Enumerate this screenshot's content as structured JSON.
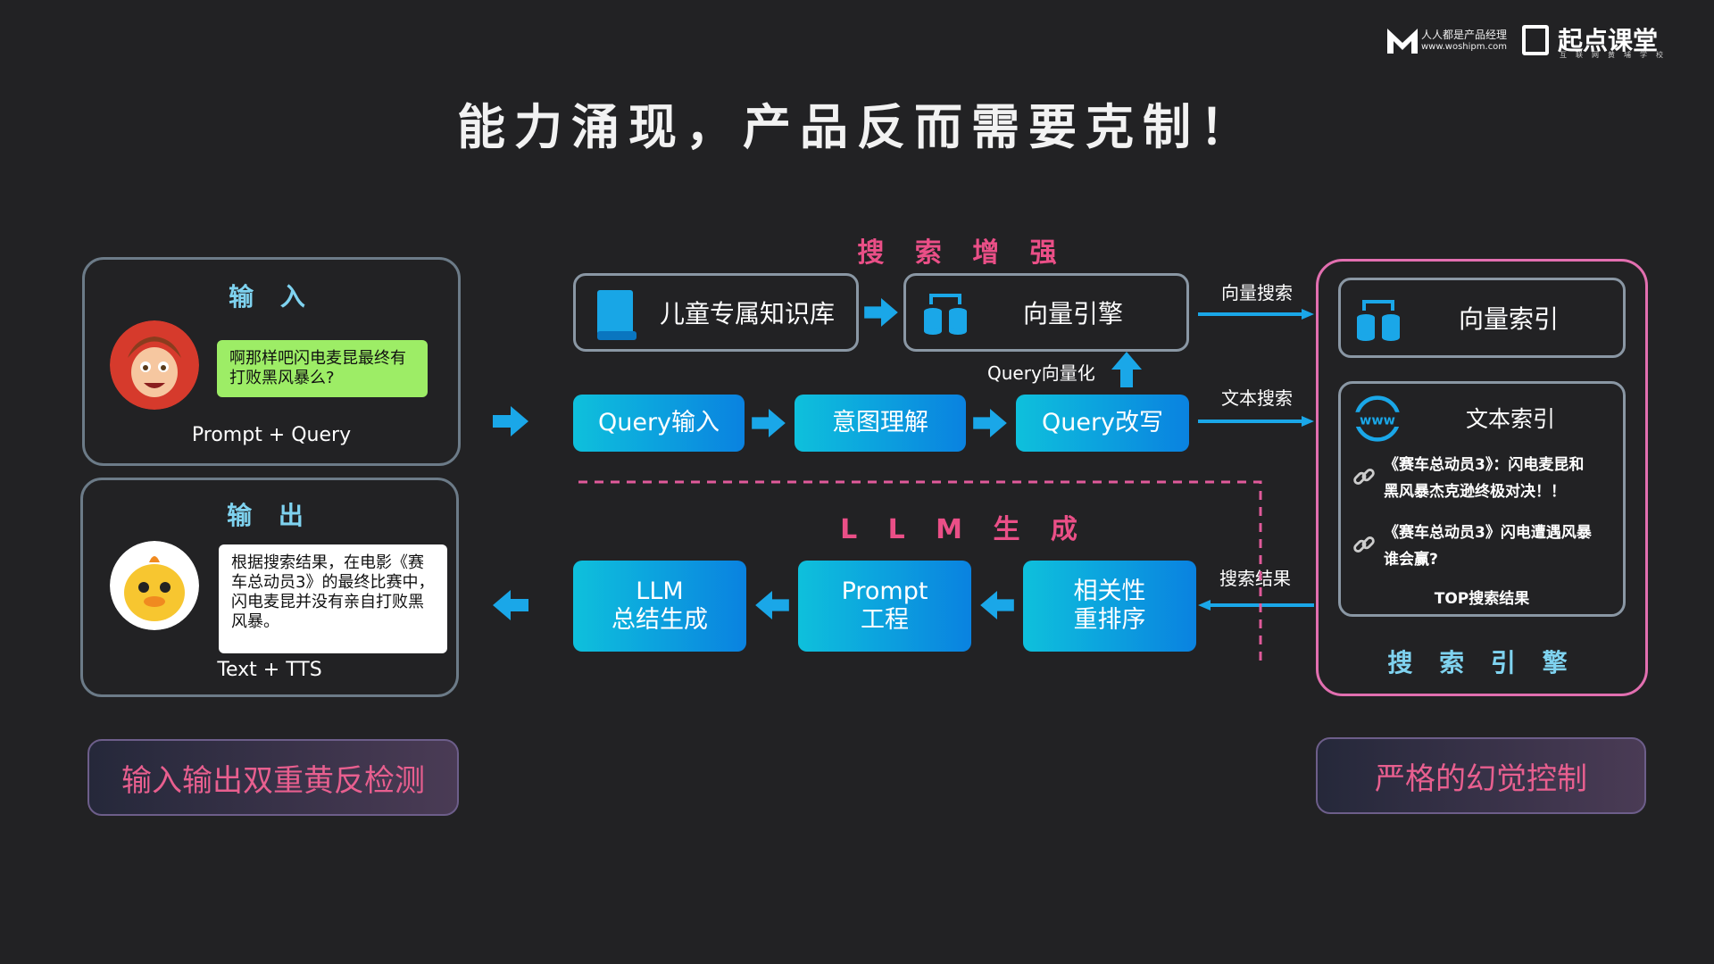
{
  "header": {
    "brand_1": "人人都是产品经理",
    "brand_1_url": "www.woshipm.com",
    "brand_2": "起点课堂",
    "brand_2_sub": "互联网黄埔学校"
  },
  "title": "能力涌现，产品反而需要克制！",
  "input_panel": {
    "title": "输 入",
    "bubble": "啊那样吧闪电麦昆最终有打败黑风暴么?",
    "caption": "Prompt + Query"
  },
  "output_panel": {
    "title": "输 出",
    "bubble": "根据搜索结果，在电影《赛车总动员3》的最终比赛中，闪电麦昆并没有亲自打败黑风暴。",
    "caption": "Text + TTS"
  },
  "search_enhance": {
    "title": "搜 索 增 强",
    "knowledge_base": "儿童专属知识库",
    "vector_engine": "向量引擎",
    "query_vectorize": "Query向量化",
    "steps": [
      "Query输入",
      "意图理解",
      "Query改写"
    ]
  },
  "llm": {
    "title": "L L M 生 成",
    "steps": [
      "LLM\n总结生成",
      "Prompt\n工程",
      "相关性\n重排序"
    ]
  },
  "flow_labels": {
    "vector_search": "向量搜索",
    "text_search": "文本搜索",
    "search_results": "搜索结果"
  },
  "search_engine": {
    "title": "搜 索 引 擎",
    "vector_index": "向量索引",
    "text_index": "文本索引",
    "results": [
      "《赛车总动员3》：闪电麦昆和黑风暴杰克逊终极对决！！",
      "《赛车总动员3》闪电遭遇风暴谁会赢?"
    ],
    "top_label": "TOP搜索结果"
  },
  "bottom": {
    "left": "输入输出双重黄反检测",
    "right": "严格的幻觉控制"
  }
}
